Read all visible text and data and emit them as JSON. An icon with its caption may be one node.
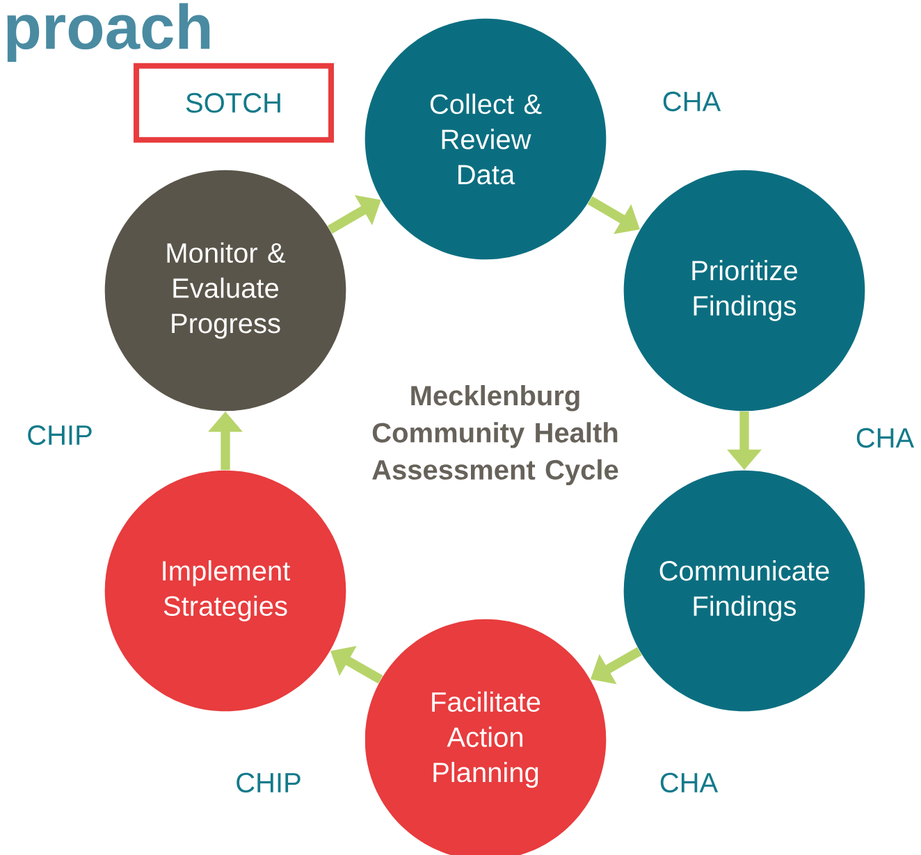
{
  "diagram": {
    "title": "proach",
    "nodes": [
      {
        "text": [
          "SOTCH"
        ]
      },
      {
        "text": [
          "Collect & Review Data"
        ]
      },
      {
        "text": [
          "Prioritize Findings"
        ]
      },
      {
        "text": [
          "Communicate Findings"
        ]
      },
      {
        "text": [
          "Facilitate Action Planning"
        ]
      },
      {
        "text": [
          "Implement Strategies"
        ]
      },
      {
        "text": [
          "Monitor & Evaluate Progress"
        ]
      }
    ],
    "edges": [
      {
        "from": 1,
        "to": 2,
        "arrow": "to"
      },
      {
        "from": 2,
        "to": 3,
        "arrow": "to"
      },
      {
        "from": 3,
        "to": 4,
        "arrow": "to"
      },
      {
        "from": 4,
        "to": 5,
        "arrow": "to"
      },
      {
        "from": 5,
        "to": 6,
        "arrow": "to"
      },
      {
        "from": 6,
        "to": 1,
        "arrow": "to"
      }
    ],
    "labels": [
      "CHA",
      "Mecklenburg Community Health Assessment Cycle",
      "CHIP",
      "CHA",
      "CHIP",
      "CHA"
    ]
  }
}
